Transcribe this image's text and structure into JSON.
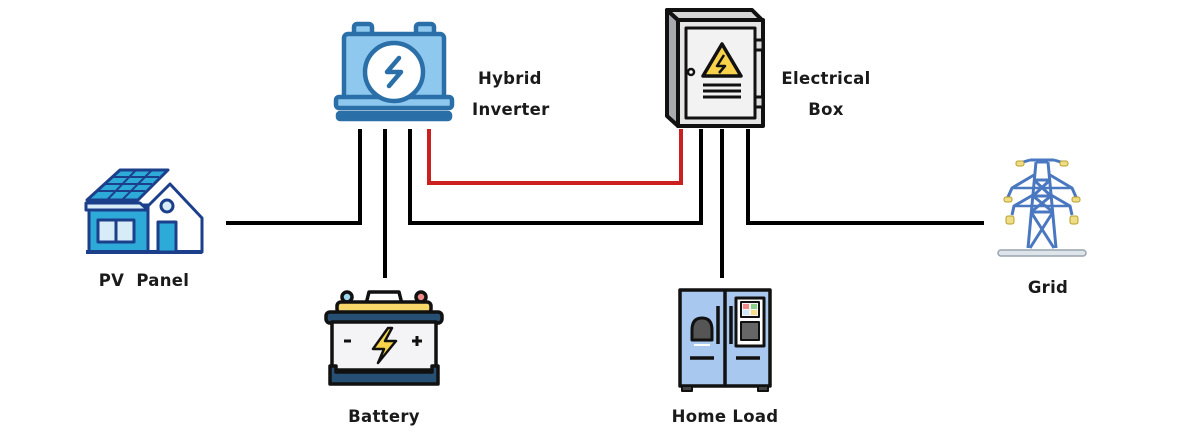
{
  "diagram": {
    "title": "Hybrid solar system wiring",
    "nodes": {
      "inverter": {
        "label_line1": "Hybrid",
        "label_line2": "Inverter",
        "icon": "inverter-icon"
      },
      "electrical_box": {
        "label_line1": "Electrical",
        "label_line2": "Box",
        "icon": "electrical-box-icon"
      },
      "pv_panel": {
        "label": "PV  Panel",
        "icon": "solar-house-icon"
      },
      "battery": {
        "label": "Battery",
        "icon": "battery-icon"
      },
      "home_load": {
        "label": "Home Load",
        "icon": "refrigerator-icon"
      },
      "grid": {
        "label": "Grid",
        "icon": "power-tower-icon"
      }
    },
    "connections": [
      {
        "from": "pv_panel",
        "to": "inverter",
        "color": "#000000"
      },
      {
        "from": "inverter",
        "to": "battery",
        "color": "#000000"
      },
      {
        "from": "inverter",
        "to": "electrical_box",
        "color": "#000000"
      },
      {
        "from": "inverter",
        "to": "electrical_box",
        "color": "#cc1f1f"
      },
      {
        "from": "electrical_box",
        "to": "home_load",
        "color": "#000000"
      },
      {
        "from": "electrical_box",
        "to": "grid",
        "color": "#000000"
      }
    ],
    "colors": {
      "wire": "#000000",
      "wire_red": "#cc1f1f",
      "inverter_blue": "#8ec8ee",
      "inverter_stroke": "#2a6fa8",
      "box_fill": "#e6e6e6",
      "warning_yellow": "#f7d24a",
      "fridge_blue": "#a8c8f0",
      "tower_blue": "#4a78c0",
      "battery_dark": "#274e73",
      "house_blue": "#2eaad8",
      "house_dark": "#1c3f8c"
    }
  }
}
